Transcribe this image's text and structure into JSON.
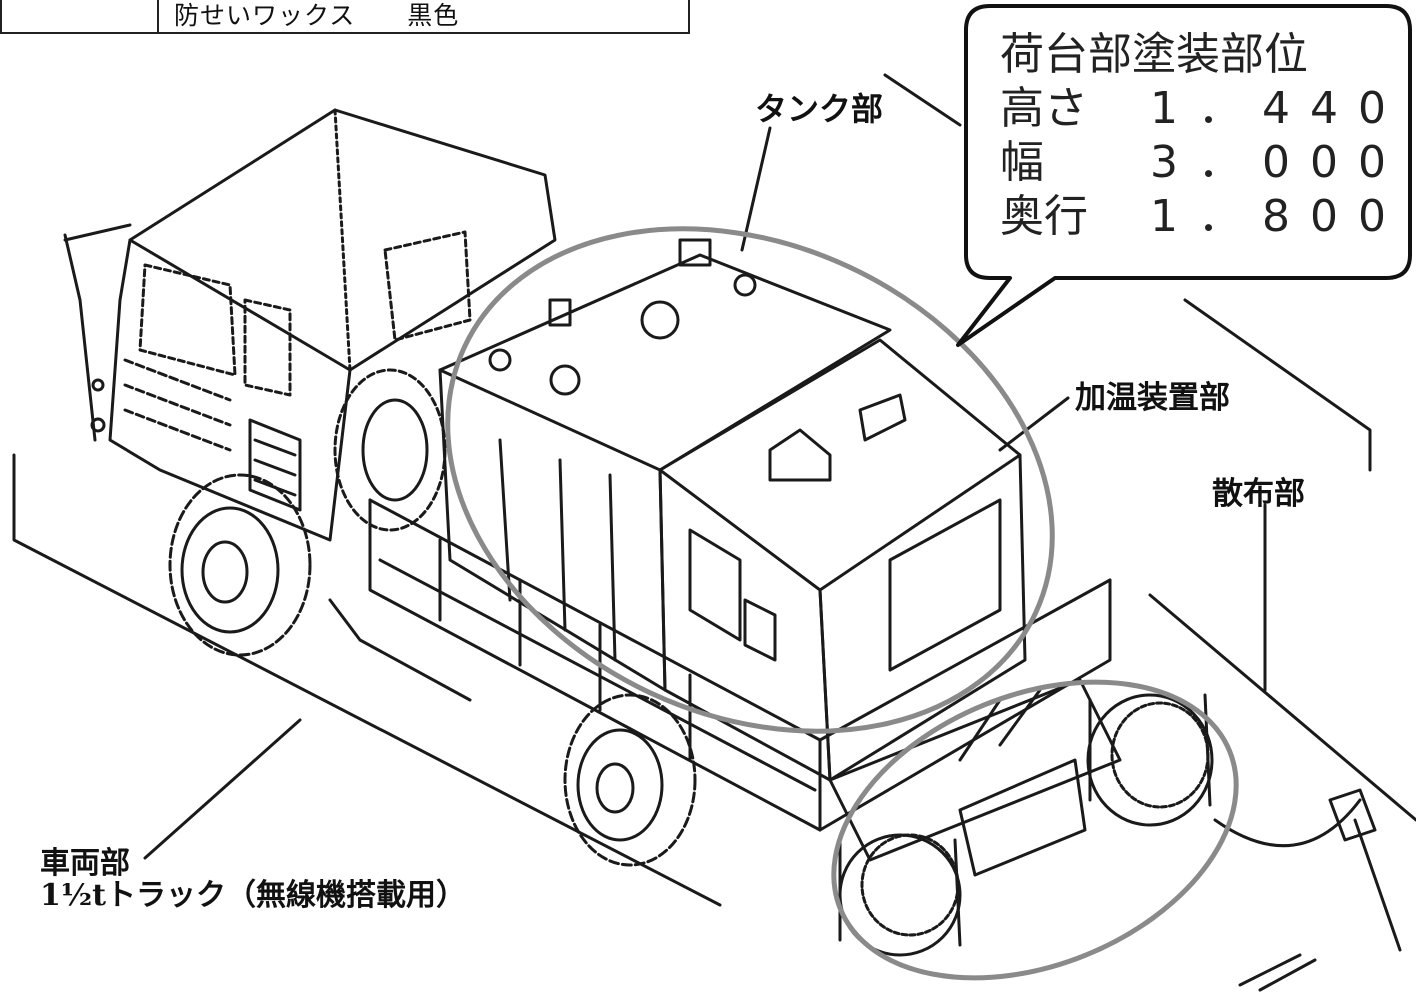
{
  "spec_table": {
    "cell": "防せいワックス　　黒色"
  },
  "callout": {
    "title": "荷台部塗装部位",
    "rows": [
      {
        "label": "高さ",
        "value": "1．440"
      },
      {
        "label": "幅",
        "value": "3．000"
      },
      {
        "label": "奥行",
        "value": "1．800"
      }
    ]
  },
  "labels": {
    "tank": "タンク部",
    "heater": "加温装置部",
    "sprayer": "散布部",
    "vehicle_line1": "車両部",
    "vehicle_line2": "1½tトラック（無線機搭載用）"
  },
  "colors": {
    "line": "#1a1a1a",
    "highlight": "#8a8a8a"
  }
}
